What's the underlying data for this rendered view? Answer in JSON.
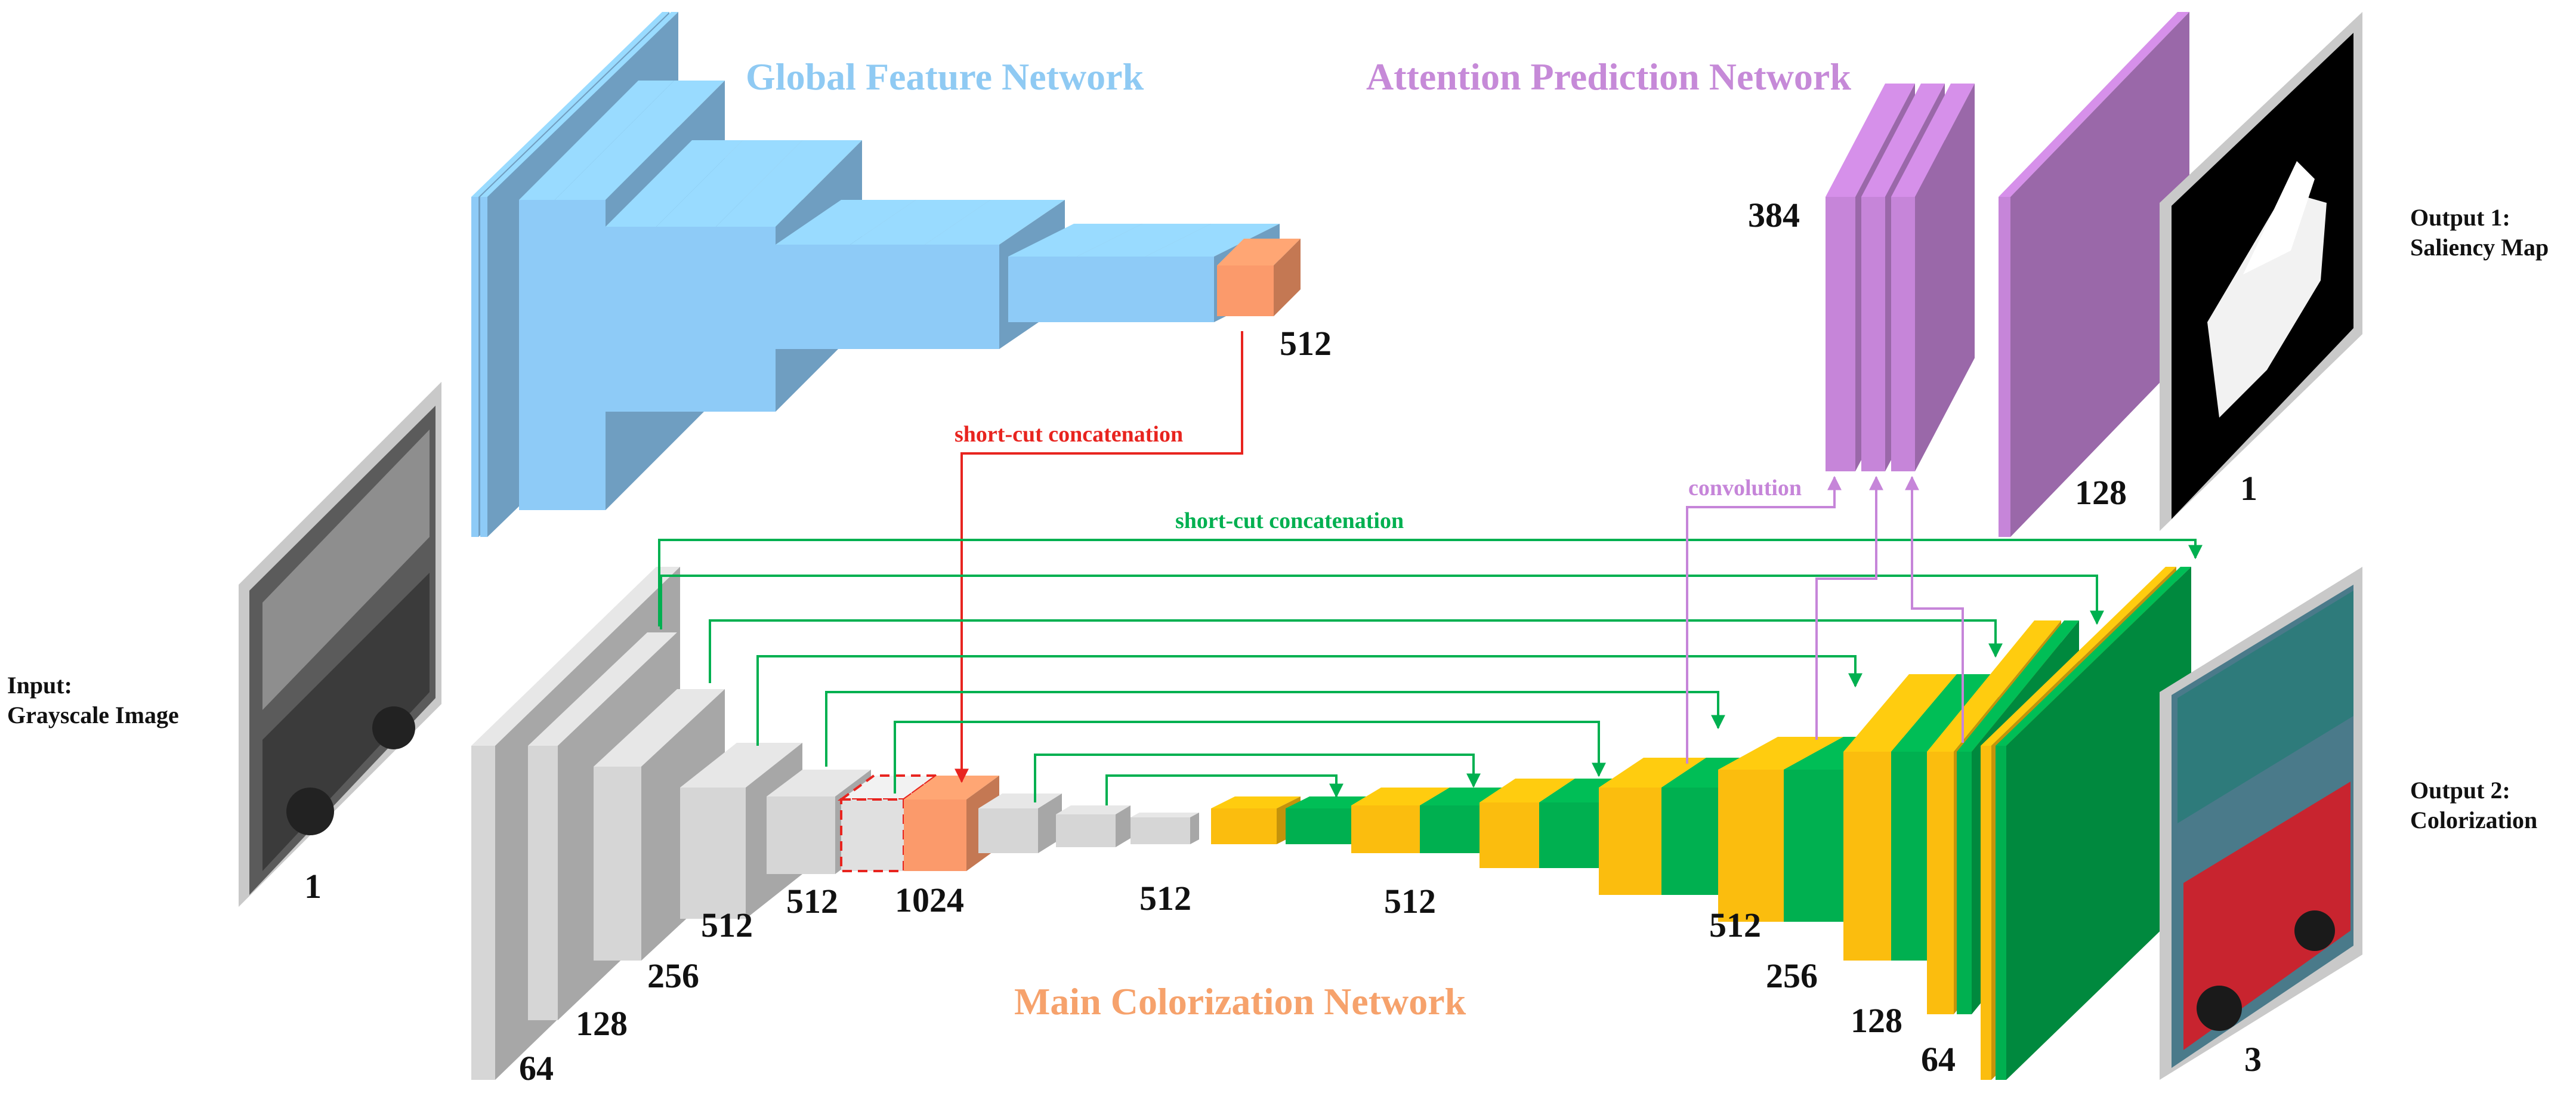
{
  "titles": {
    "global": "Global Feature Network",
    "attention": "Attention Prediction Network",
    "main": "Main Colorization Network"
  },
  "connections": {
    "red_shortcut": "short-cut concatenation",
    "green_shortcut": "short-cut concatenation",
    "convolution": "convolution"
  },
  "input": {
    "line1": "Input:",
    "line2": "Grayscale Image",
    "channels": "1"
  },
  "outputs": {
    "saliency": {
      "line1": "Output 1:",
      "line2": "Saliency Map",
      "channels": "1"
    },
    "colorization": {
      "line1": "Output 2:",
      "line2": "Colorization",
      "channels": "3"
    }
  },
  "global_labels": {
    "out": "512"
  },
  "attention_labels": {
    "in": "384",
    "out": "128"
  },
  "encoder_labels": [
    "64",
    "128",
    "256",
    "512",
    "512",
    "1024",
    "512"
  ],
  "decoder_labels": [
    "512",
    "512",
    "256",
    "128",
    "64"
  ],
  "colors": {
    "blue": "#8ecbf7",
    "gray": "#d6d6d6",
    "orange": "#fb9a6b",
    "purple": "#c685d9",
    "yellow": "#fbbd0e",
    "green": "#00b050",
    "red": "#e8241f",
    "title_blue": "#8fcaf3",
    "title_purple": "#c68ad8",
    "title_orange": "#f6a26c"
  }
}
